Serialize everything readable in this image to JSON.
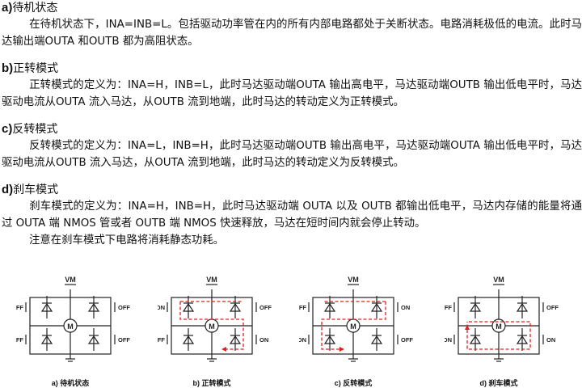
{
  "sections": [
    {
      "letter": "a)",
      "title": "待机状态",
      "paragraph": "在待机状态下，INA=INB=L。包括驱动功率管在内的所有内部电路都处于关断状态。电路消耗极低的电流。此时马达输出端OUTA 和OUTB 都为高阻状态。"
    },
    {
      "letter": "b)",
      "title": "正转模式",
      "paragraph": "正转模式的定义为：INA=H，INB=L，此时马达驱动端OUTA 输出高电平，马达驱动端OUTB 输出低电平时，马达驱动电流从OUTA 流入马达，从OUTB 流到地端，此时马达的转动定义为正转模式。"
    },
    {
      "letter": "c)",
      "title": "反转模式",
      "paragraph": "反转模式的定义为：INA=L，INB=H，此时马达驱动端OUTB 输出高电平，马达驱动端OUTA 输出低电平时，马达驱动电流从OUTB 流入马达，从OUTA 流到地端，此时马达的转动定义为反转模式。"
    },
    {
      "letter": "d)",
      "title": "刹车模式",
      "paragraph": "刹车模式的定义为：INA=H，INB=H，此时马达驱动端 OUTA 以及 OUTB 都输出低电平，马达内存储的能量将通过 OUTA 端 NMOS 管或者 OUTB 端 NMOS 快速释放，马达在短时间内就会停止转动。",
      "note": "注意在刹车模式下电路将消耗静态功耗。"
    }
  ],
  "diagrams": [
    {
      "caption": "a) 待机状态",
      "supply": "VM",
      "motor": "M",
      "tl": "OFF",
      "bl": "OFF",
      "tr": "OFF",
      "br": "OFF",
      "path": "none"
    },
    {
      "caption": "b) 正转模式",
      "supply": "VM",
      "motor": "M",
      "tl": "ON",
      "bl": "OFF",
      "tr": "OFF",
      "br": "ON",
      "path": "forward"
    },
    {
      "caption": "c) 反转模式",
      "supply": "VM",
      "motor": "M",
      "tl": "OFF",
      "bl": "ON",
      "tr": "ON",
      "br": "OFF",
      "path": "reverse"
    },
    {
      "caption": "d) 刹车模式",
      "supply": "VM",
      "motor": "M",
      "tl": "OFF",
      "bl": "ON",
      "tr": "OFF",
      "br": "ON",
      "path": "brake"
    }
  ],
  "colors": {
    "text": "#111111",
    "current_path": "#e0201b",
    "circuit": "#222222"
  }
}
